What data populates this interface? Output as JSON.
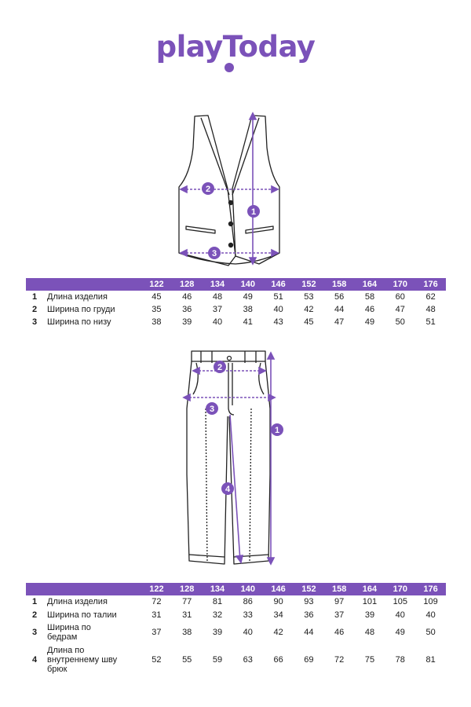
{
  "brand": {
    "logo_text": "playToday",
    "color": "#7b52b9"
  },
  "colors": {
    "accent": "#7b52b9",
    "header_bg": "#7b52b9",
    "line": "#222222"
  },
  "vest": {
    "markers": [
      "1",
      "2",
      "3"
    ],
    "table": {
      "sizes": [
        "122",
        "128",
        "134",
        "140",
        "146",
        "152",
        "158",
        "164",
        "170",
        "176"
      ],
      "rows": [
        {
          "num": "1",
          "label": "Длина изделия",
          "values": [
            "45",
            "46",
            "48",
            "49",
            "51",
            "53",
            "56",
            "58",
            "60",
            "62"
          ]
        },
        {
          "num": "2",
          "label": "Ширина по груди",
          "values": [
            "35",
            "36",
            "37",
            "38",
            "40",
            "42",
            "44",
            "46",
            "47",
            "48"
          ]
        },
        {
          "num": "3",
          "label": "Ширина по низу",
          "values": [
            "38",
            "39",
            "40",
            "41",
            "43",
            "45",
            "47",
            "49",
            "50",
            "51"
          ]
        }
      ]
    }
  },
  "pants": {
    "markers": [
      "2",
      "3",
      "1",
      "4"
    ],
    "table": {
      "sizes": [
        "122",
        "128",
        "134",
        "140",
        "146",
        "152",
        "158",
        "164",
        "170",
        "176"
      ],
      "rows": [
        {
          "num": "1",
          "label": "Длина изделия",
          "values": [
            "72",
            "77",
            "81",
            "86",
            "90",
            "93",
            "97",
            "101",
            "105",
            "109"
          ]
        },
        {
          "num": "2",
          "label": "Ширина по талии",
          "values": [
            "31",
            "31",
            "32",
            "33",
            "34",
            "36",
            "37",
            "39",
            "40",
            "40"
          ]
        },
        {
          "num": "3",
          "label": "Ширина по бедрам",
          "values": [
            "37",
            "38",
            "39",
            "40",
            "42",
            "44",
            "46",
            "48",
            "49",
            "50"
          ]
        },
        {
          "num": "4",
          "label": "Длина по внутреннему шву брюк",
          "values": [
            "52",
            "55",
            "59",
            "63",
            "66",
            "69",
            "72",
            "75",
            "78",
            "81"
          ]
        }
      ]
    }
  }
}
